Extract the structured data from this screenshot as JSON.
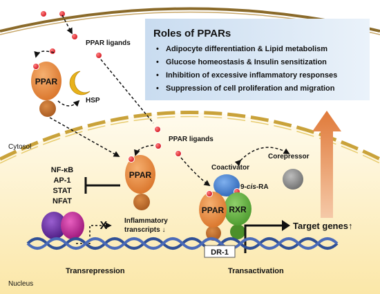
{
  "roles_box": {
    "title": "Roles of PPARs",
    "items": [
      "Adipocyte differentiation & Lipid metabolism",
      "Glucose homeostasis & Insulin sensitization",
      "Inhibition of excessive inflammatory responses",
      "Suppression of cell proliferation and migration"
    ]
  },
  "labels": {
    "ppar_ligands_top": "PPAR ligands",
    "ppar_ligands_mid": "PPAR ligands",
    "ppar_cytoplasm": "PPAR",
    "hsp": "HSP",
    "cytosol": "Cytosol",
    "nucleus": "Nucleus",
    "ppar_nuclear": "PPAR",
    "ppar_complex": "PPAR",
    "rxr": "RXR",
    "coactivator": "Coactivator",
    "corepressor": "Corepressor",
    "ligand_9cis_prefix": "9-",
    "ligand_9cis_italic": "cis",
    "ligand_9cis_suffix": "-RA",
    "tf_nfkb": "NF-κB",
    "tf_ap1": "AP-1",
    "tf_stat": "STAT",
    "tf_nfat": "NFAT",
    "inflammatory_line1": "Inflammatory",
    "inflammatory_line2": "transcripts ↓",
    "block_x": "X",
    "dr1": "DR-1",
    "target_genes": "Target genes↑",
    "transrepression": "Transrepression",
    "transactivation": "Transactivation"
  },
  "colors": {
    "ppar": "#e98a3a",
    "ppar_base": "#bd6a2a",
    "rxr": "#5fae3f",
    "coactivator": "#3f7fd0",
    "corepressor": "#8a8a8a",
    "ligand": "#e0161c",
    "hsp": "#e8b21a",
    "membrane": "#8a6a2a",
    "nucleus_fill": "#fdf3d2",
    "purple": "#6a2ca0",
    "magenta": "#c0209a",
    "dna": "#2f4f95",
    "box_fill": "#d7e6f4"
  }
}
